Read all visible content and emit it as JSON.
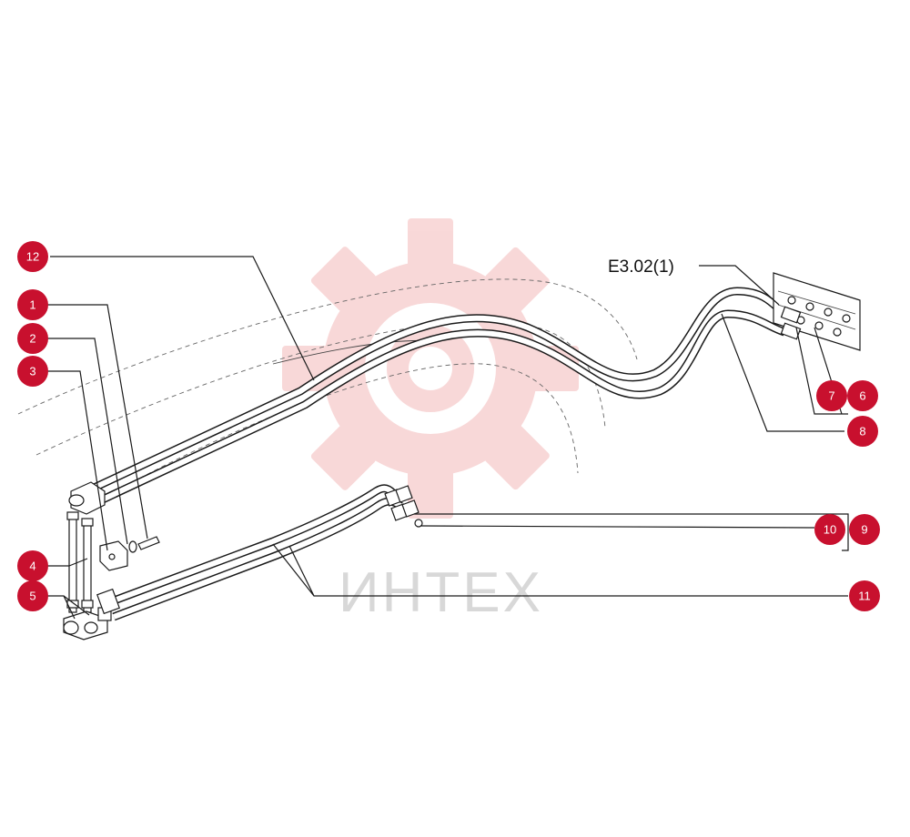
{
  "diagram": {
    "reference_label": "E3.02(1)",
    "callouts": [
      {
        "id": "c12",
        "label": "12"
      },
      {
        "id": "c1",
        "label": "1"
      },
      {
        "id": "c2",
        "label": "2"
      },
      {
        "id": "c3",
        "label": "3"
      },
      {
        "id": "c4",
        "label": "4"
      },
      {
        "id": "c5",
        "label": "5"
      },
      {
        "id": "c7",
        "label": "7"
      },
      {
        "id": "c6",
        "label": "6"
      },
      {
        "id": "c8",
        "label": "8"
      },
      {
        "id": "c10",
        "label": "10"
      },
      {
        "id": "c9",
        "label": "9"
      },
      {
        "id": "c11",
        "label": "11"
      }
    ],
    "watermark": {
      "text": "ИНТЕХ",
      "color": "#f2c4c4"
    },
    "callout_color": "#c8102e"
  }
}
